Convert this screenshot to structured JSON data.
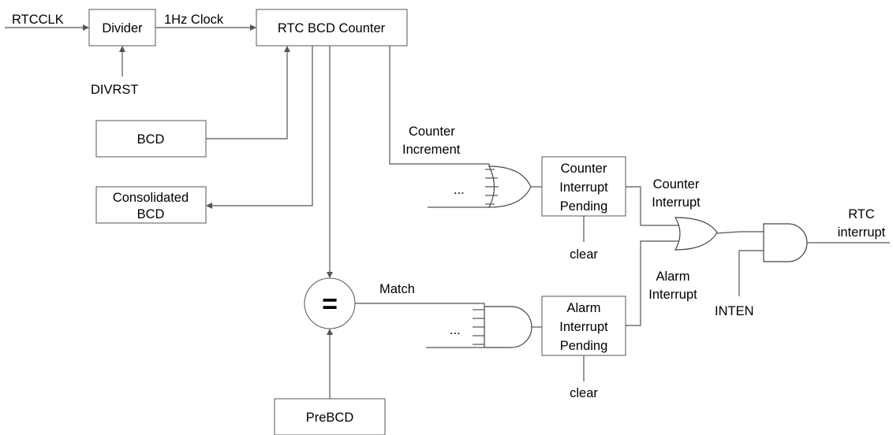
{
  "blocks": {
    "divider": "Divider",
    "rtc_bcd_counter": "RTC BCD Counter",
    "bcd": "BCD",
    "consolidated_bcd": [
      "Consolidated",
      "BCD"
    ],
    "prebcd": "PreBCD",
    "comparator": "=",
    "counter_pending": [
      "Counter",
      "Interrupt",
      "Pending"
    ],
    "alarm_pending": [
      "Alarm",
      "Interrupt",
      "Pending"
    ]
  },
  "signals": {
    "rtcclk": "RTCCLK",
    "divrst": "DIVRST",
    "clock_1hz": "1Hz Clock",
    "counter_increment": [
      "Counter",
      "Increment"
    ],
    "match": "Match",
    "ellipsis": "...",
    "clear": "clear",
    "counter_interrupt": [
      "Counter",
      "Interrupt"
    ],
    "alarm_interrupt": [
      "Alarm",
      "Interrupt"
    ],
    "inten": "INTEN",
    "rtc_interrupt": [
      "RTC",
      "interrupt"
    ]
  },
  "colors": {
    "stroke": "#555555",
    "text": "#000000"
  }
}
